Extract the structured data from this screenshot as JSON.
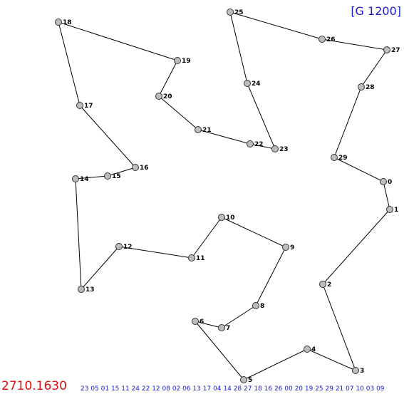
{
  "header": {
    "generation_label": "[G 1200]"
  },
  "footer": {
    "distance": "2710.1630",
    "sequence": "23 05 01 15 11 24 22 12 08 02 06 13 17 04 14 28 27 18 16 26 00 20 19 25 29 21 07 10 03 09"
  },
  "colors": {
    "node_fill": "#bdbdbd",
    "node_stroke": "#333333",
    "edge": "#000000",
    "generation_text": "#1a1acc",
    "distance_text": "#dd1111",
    "sequence_text": "#1a1acc"
  },
  "tour": {
    "nodes": [
      {
        "label": "0"
      },
      {
        "label": "1"
      },
      {
        "label": "2"
      },
      {
        "label": "3"
      },
      {
        "label": "4"
      },
      {
        "label": "5"
      },
      {
        "label": "6"
      },
      {
        "label": "7"
      },
      {
        "label": "8"
      },
      {
        "label": "9"
      },
      {
        "label": "10"
      },
      {
        "label": "11"
      },
      {
        "label": "12"
      },
      {
        "label": "13"
      },
      {
        "label": "14"
      },
      {
        "label": "15"
      },
      {
        "label": "16"
      },
      {
        "label": "17"
      },
      {
        "label": "18"
      },
      {
        "label": "19"
      },
      {
        "label": "20"
      },
      {
        "label": "21"
      },
      {
        "label": "22"
      },
      {
        "label": "23"
      },
      {
        "label": "24"
      },
      {
        "label": "25"
      },
      {
        "label": "26"
      },
      {
        "label": "27"
      },
      {
        "label": "28"
      },
      {
        "label": "29"
      }
    ],
    "edges": [
      [
        0,
        1
      ],
      [
        1,
        2
      ],
      [
        2,
        3
      ],
      [
        3,
        4
      ],
      [
        4,
        5
      ],
      [
        5,
        6
      ],
      [
        6,
        7
      ],
      [
        7,
        8
      ],
      [
        8,
        9
      ],
      [
        9,
        10
      ],
      [
        10,
        11
      ],
      [
        11,
        12
      ],
      [
        12,
        13
      ],
      [
        13,
        14
      ],
      [
        14,
        15
      ],
      [
        15,
        16
      ],
      [
        16,
        17
      ],
      [
        17,
        18
      ],
      [
        18,
        19
      ],
      [
        19,
        20
      ],
      [
        20,
        21
      ],
      [
        21,
        22
      ],
      [
        22,
        23
      ],
      [
        23,
        24
      ],
      [
        24,
        25
      ],
      [
        25,
        26
      ],
      [
        26,
        27
      ],
      [
        27,
        28
      ],
      [
        28,
        29
      ],
      [
        29,
        0
      ]
    ]
  }
}
